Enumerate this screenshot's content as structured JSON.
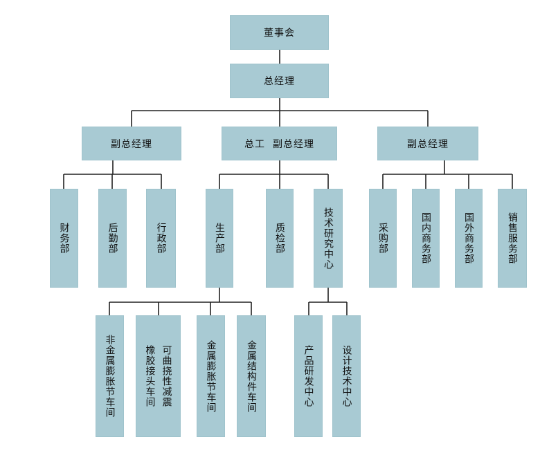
{
  "org_chart": {
    "board": "董事会",
    "general_manager": "总经理",
    "deputy_left": "副总经理",
    "chief_engineer_deputy": "总工  副总经理",
    "deputy_right": "副总经理",
    "departments": {
      "finance": "财务部",
      "logistics": "后勤部",
      "administration": "行政部",
      "production": "生产部",
      "quality": "质检部",
      "rnd_center": "技术研究中心",
      "procurement": "采购部",
      "domestic_business": "国内商务部",
      "foreign_business": "国外商务部",
      "sales_service": "销售服务部"
    },
    "workshops": {
      "nonmetal_expansion": "非金属膨胀节车间",
      "rubber_joint": "橡胶接头车间",
      "flexible_damping": "可曲挠性减震",
      "metal_expansion": "金属膨胀节车间",
      "metal_structure": "金属结构件车间"
    },
    "rnd_units": {
      "product_dev": "产品研发中心",
      "design_tech": "设计技术中心"
    }
  },
  "colors": {
    "box_fill": "#a8cad3",
    "line": "#222222",
    "text": "#111111"
  }
}
